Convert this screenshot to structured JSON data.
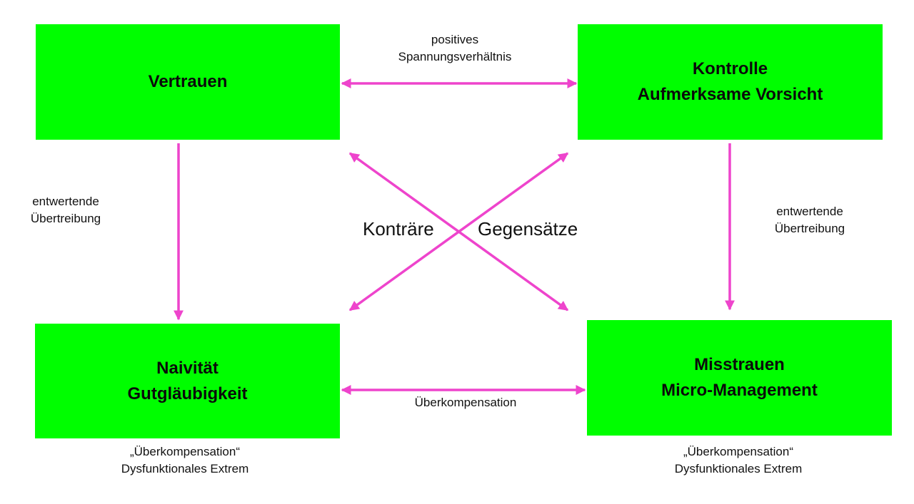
{
  "colors": {
    "box_fill": "#00fe00",
    "arrow": "#ee44cc",
    "text": "#111111"
  },
  "boxes": {
    "vertrauen": {
      "lines": [
        "Vertrauen"
      ]
    },
    "kontrolle": {
      "lines": [
        "Kontrolle",
        "Aufmerksame Vorsicht"
      ]
    },
    "naivitaet": {
      "lines": [
        "Naivität",
        "Gutgläubigkeit"
      ]
    },
    "misstrauen": {
      "lines": [
        "Misstrauen",
        "Micro-Management"
      ]
    }
  },
  "labels": {
    "top_arrow": [
      "positives",
      "Spannungsverhältnis"
    ],
    "left_arrow": [
      "entwertende",
      "Übertreibung"
    ],
    "right_arrow": [
      "entwertende",
      "Übertreibung"
    ],
    "bottom_arrow": "Überkompensation",
    "cross_left": "Konträre",
    "cross_right": "Gegensätze",
    "under_left": [
      "„Überkompensation“",
      "Dysfunktionales Extrem"
    ],
    "under_right": [
      "„Überkompensation“",
      "Dysfunktionales Extrem"
    ]
  },
  "relations": [
    {
      "from": "vertrauen",
      "to": "kontrolle",
      "type": "bidirectional",
      "label": "positives Spannungsverhältnis"
    },
    {
      "from": "vertrauen",
      "to": "naivitaet",
      "type": "directed",
      "label": "entwertende Übertreibung"
    },
    {
      "from": "kontrolle",
      "to": "misstrauen",
      "type": "directed",
      "label": "entwertende Übertreibung"
    },
    {
      "from": "naivitaet",
      "to": "misstrauen",
      "type": "bidirectional",
      "label": "Überkompensation"
    },
    {
      "from": "vertrauen",
      "to": "misstrauen",
      "type": "bidirectional",
      "label": "Konträre Gegensätze"
    },
    {
      "from": "kontrolle",
      "to": "naivitaet",
      "type": "bidirectional",
      "label": "Konträre Gegensätze"
    }
  ]
}
